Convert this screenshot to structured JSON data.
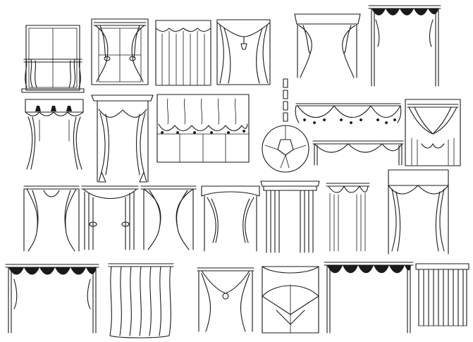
{
  "canvas": {
    "background": "#ffffff",
    "ink": "#1a1a1a"
  },
  "figure": {
    "subject": "curtain-line-drawings"
  },
  "items": [
    {
      "id": "window-tiebacks"
    },
    {
      "id": "tieback-pair"
    },
    {
      "id": "scalloped-pleat"
    },
    {
      "id": "tassel-swag"
    },
    {
      "id": "cornice-tieback"
    },
    {
      "id": "swag-valance-tall"
    },
    {
      "id": "tab-top-valance"
    },
    {
      "id": "crown-pelmet"
    },
    {
      "id": "austrian-blind"
    },
    {
      "id": "chain-lamp"
    },
    {
      "id": "scalloped-valance"
    },
    {
      "id": "swag-valance-short"
    },
    {
      "id": "sheer-tiebacks"
    },
    {
      "id": "jabot-tieback"
    },
    {
      "id": "arched-valance"
    },
    {
      "id": "drape-pair"
    },
    {
      "id": "arched-pelmet"
    },
    {
      "id": "columned-cornice"
    },
    {
      "id": "tall-drapes"
    },
    {
      "id": "scalloped-pelmet"
    },
    {
      "id": "festoon-valance"
    },
    {
      "id": "sheer-panel"
    },
    {
      "id": "swag-tieback"
    },
    {
      "id": "arched-curtain"
    },
    {
      "id": "festoon-wide"
    },
    {
      "id": "vertical-blind"
    }
  ]
}
